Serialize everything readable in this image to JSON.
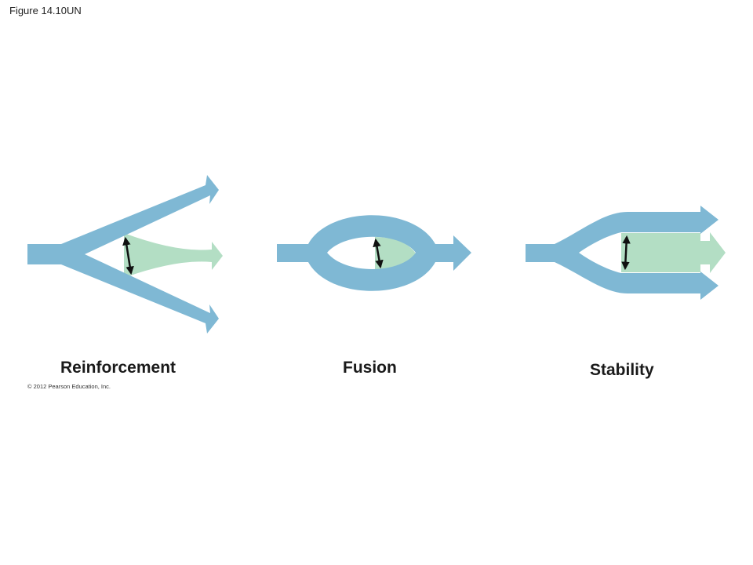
{
  "figure": {
    "title": "Figure 14.10UN",
    "copyright": "© 2012 Pearson Education, Inc."
  },
  "panels": [
    {
      "label": "Reinforcement"
    },
    {
      "label": "Fusion"
    },
    {
      "label": "Stability"
    }
  ],
  "colors": {
    "lineage": "#7fb8d4",
    "hybrid": "#b3dec4",
    "arrow": "#111111"
  }
}
